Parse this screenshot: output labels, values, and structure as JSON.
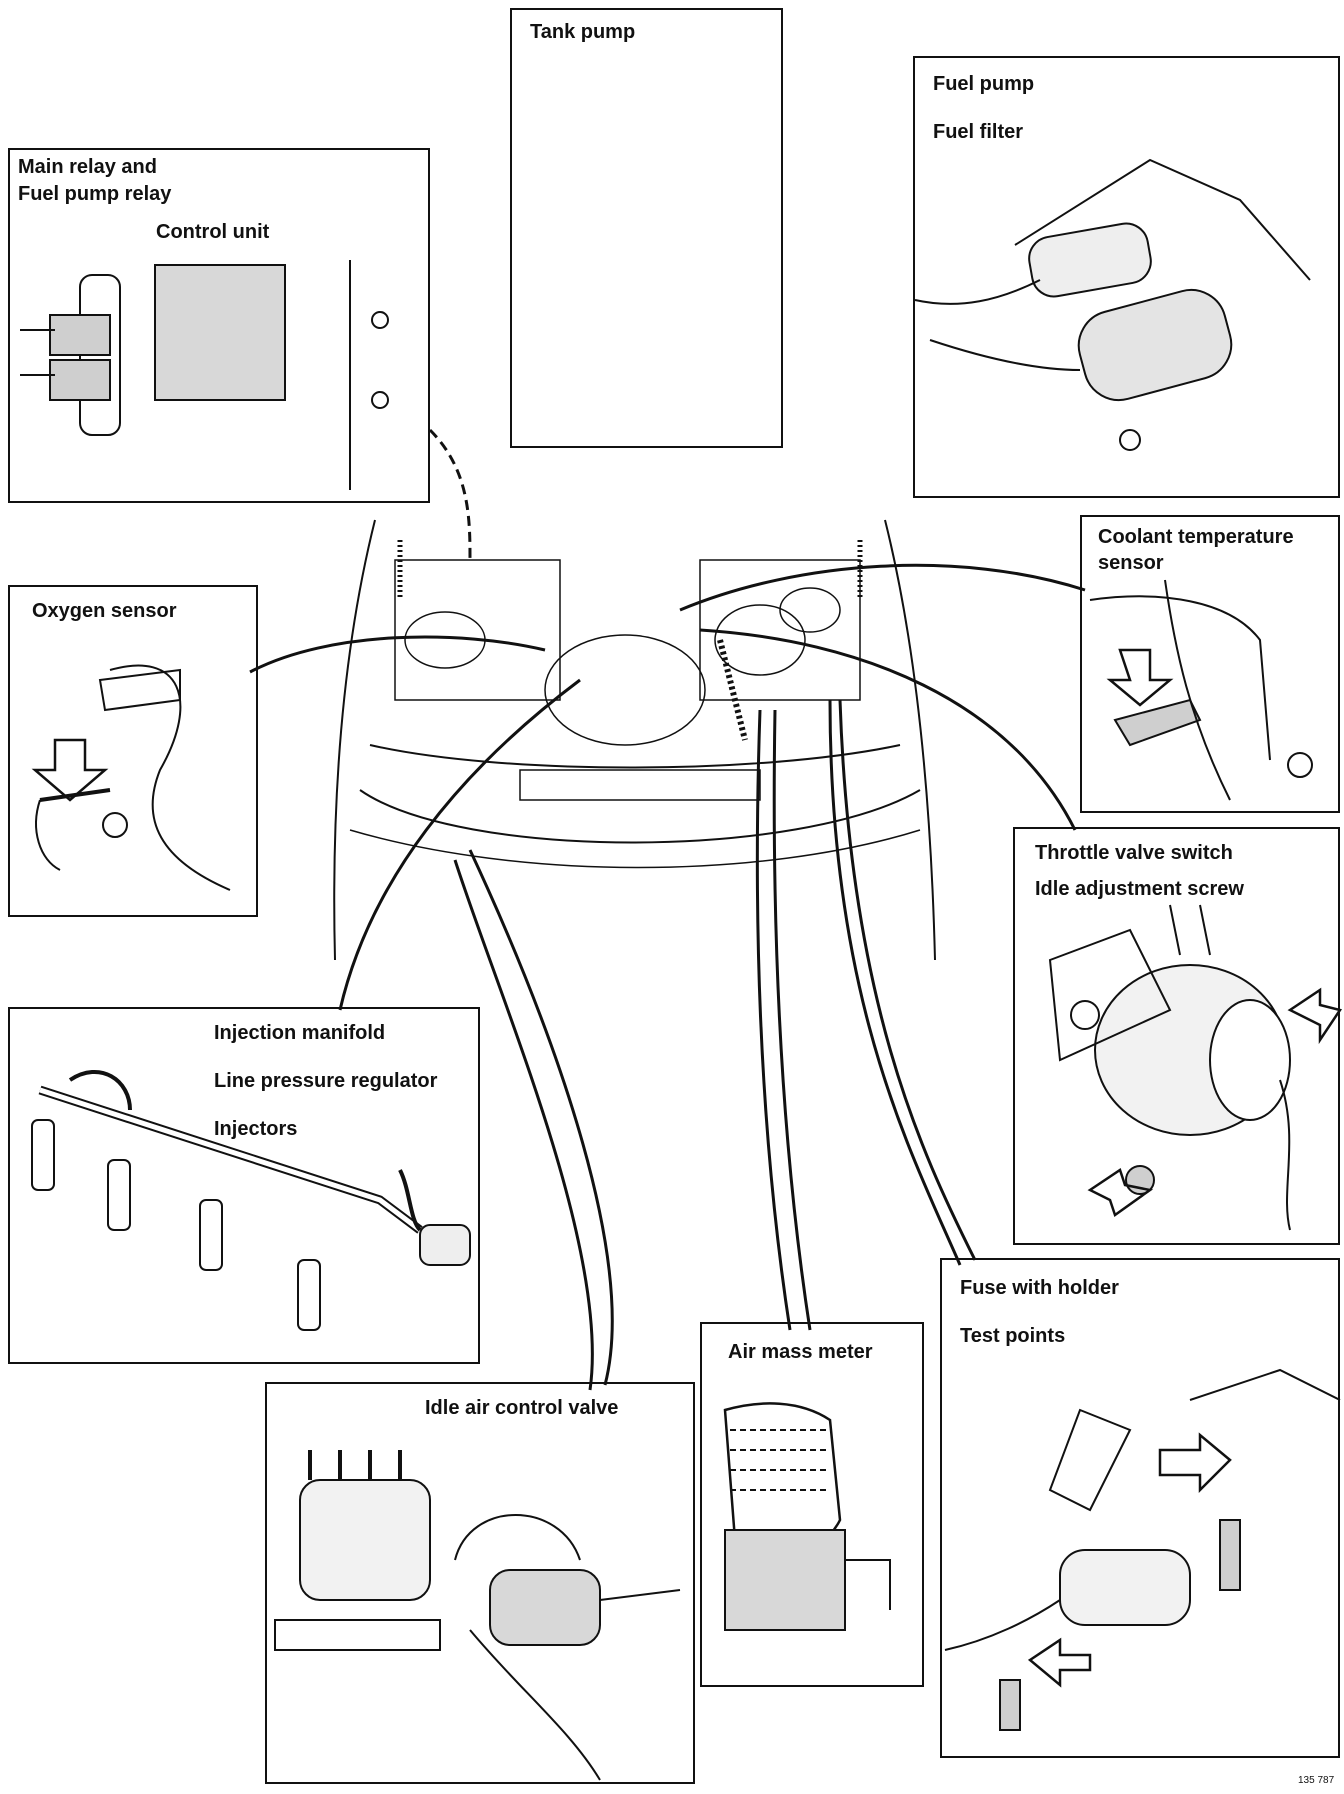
{
  "panels": {
    "tank_pump": {
      "label": "Tank pump"
    },
    "fuel_pump": {
      "label1": "Fuel pump",
      "label2": "Fuel filter"
    },
    "main_relay": {
      "label1": "Main relay and",
      "label2": "Fuel pump relay",
      "label3": "Control unit"
    },
    "coolant": {
      "label1": "Coolant temperature",
      "label2": "sensor"
    },
    "oxygen": {
      "label": "Oxygen sensor"
    },
    "throttle": {
      "label1": "Throttle valve switch",
      "label2": "Idle adjustment screw"
    },
    "injection": {
      "label1": "Injection manifold",
      "label2": "Line pressure regulator",
      "label3": "Injectors"
    },
    "fuse": {
      "label1": "Fuse with holder",
      "label2": "Test points"
    },
    "air_mass": {
      "label": "Air mass meter"
    },
    "idle_air": {
      "label": "Idle air control valve"
    }
  },
  "figure_number": "135 787"
}
